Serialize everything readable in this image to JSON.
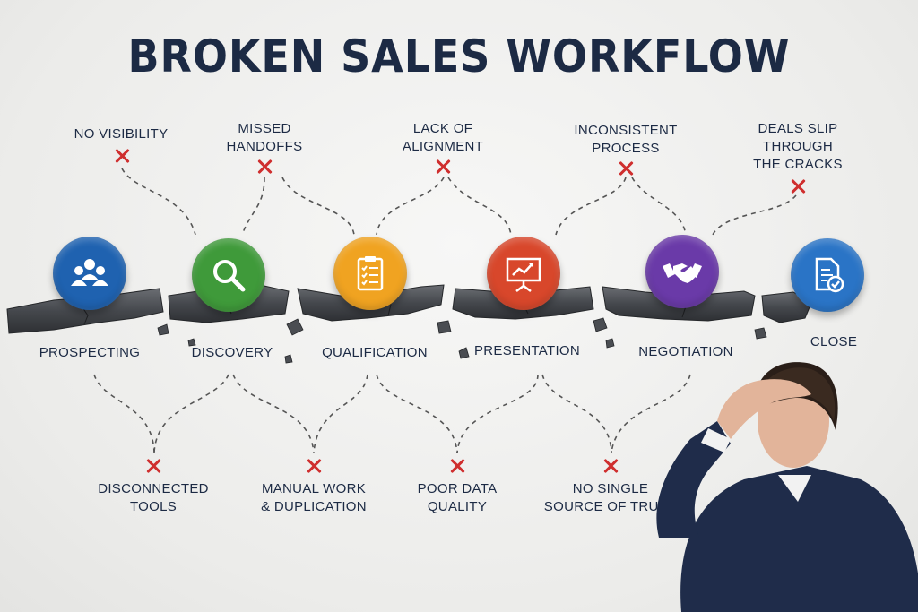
{
  "title": "BROKEN SALES WORKFLOW",
  "stages": [
    {
      "label": "PROSPECTING",
      "icon": "people-icon",
      "color": "#1f62b0"
    },
    {
      "label": "DISCOVERY",
      "icon": "magnifier-icon",
      "color": "#3f9a3a"
    },
    {
      "label": "QUALIFICATION",
      "icon": "clipboard-checklist-icon",
      "color": "#f0a321"
    },
    {
      "label": "PRESENTATION",
      "icon": "presentation-board-icon",
      "color": "#d8472b"
    },
    {
      "label": "NEGOTIATION",
      "icon": "handshake-icon",
      "color": "#6a3aa8"
    },
    {
      "label": "CLOSE",
      "icon": "document-check-icon",
      "color": "#2a74c6"
    }
  ],
  "top_issues": [
    "NO VISIBILITY",
    "MISSED\nHANDOFFS",
    "LACK OF\nALIGNMENT",
    "INCONSISTENT\nPROCESS",
    "DEALS SLIP\nTHROUGH\nTHE CRACKS"
  ],
  "bottom_issues": [
    "DISCONNECTED\nTOOLS",
    "MANUAL WORK\n& DUPLICATION",
    "POOR DATA\nQUALITY",
    "NO SINGLE\nSOURCE OF TRUTH"
  ],
  "colors": {
    "title": "#1c2a44",
    "x_mark": "#cf2e2e",
    "path": "#3a3d42",
    "connector": "#555555",
    "suit": "#1f2c4a"
  }
}
